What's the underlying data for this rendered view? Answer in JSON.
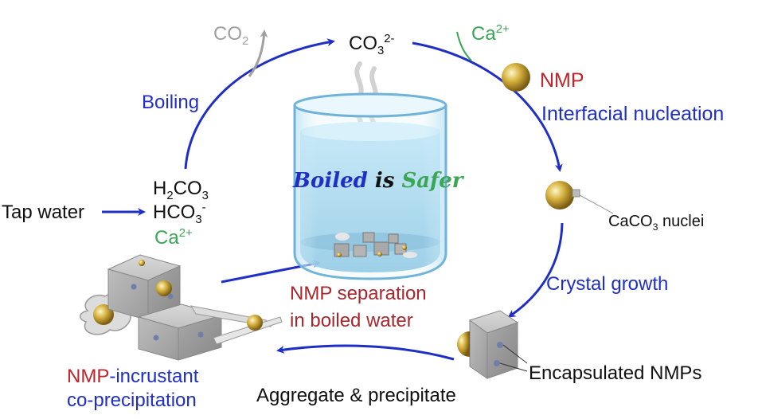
{
  "colors": {
    "process_blue": "#1f2fc6",
    "nmp_red": "#c0242a",
    "calcium_green": "#3aa655",
    "gas_gray": "#a0a0a0",
    "separation_darkred": "#a8272c",
    "water_blue": "#8fd0ec",
    "nmp_gold": "#c9a12d",
    "incrustant_gray": "#b8b8b8"
  },
  "labels": {
    "co2": {
      "base": "CO",
      "sub": "2"
    },
    "co3": {
      "base": "CO",
      "sub": "3",
      "sup": "2-"
    },
    "ca_top": {
      "base": "Ca",
      "sup": "2+"
    },
    "nmp": "NMP",
    "interfacial_nucleation": "Interfacial nucleation",
    "boiling": "Boiling",
    "h2co3": {
      "a": "H",
      "a_sub": "2",
      "b": "CO",
      "b_sub": "3"
    },
    "hco3": {
      "base": "HCO",
      "sub": "3",
      "sup": "-"
    },
    "ca_left": {
      "base": "Ca",
      "sup": "2+"
    },
    "tap_water": "Tap water",
    "caco3_nuclei": {
      "base": "CaCO",
      "sub": "3",
      "rest": " nuclei"
    },
    "crystal_growth": "Crystal growth",
    "encapsulated_nmps": "Encapsulated NMPs",
    "aggregate_precipitate": "Aggregate & precipitate",
    "nmp_separation_line1": "NMP separation",
    "nmp_separation_line2": "in boiled water",
    "incrustant_nmp": "NMP",
    "incrustant_suffix": "-incrustant",
    "coprecipitation": "co-precipitation",
    "slogan": {
      "word1": "Boiled",
      "word2": "is",
      "word3": "Safer"
    }
  },
  "icons": [
    "beaker-icon",
    "steam-icon",
    "nmp-particle-icon",
    "incrustant-cube-icon",
    "arrow-icon"
  ]
}
